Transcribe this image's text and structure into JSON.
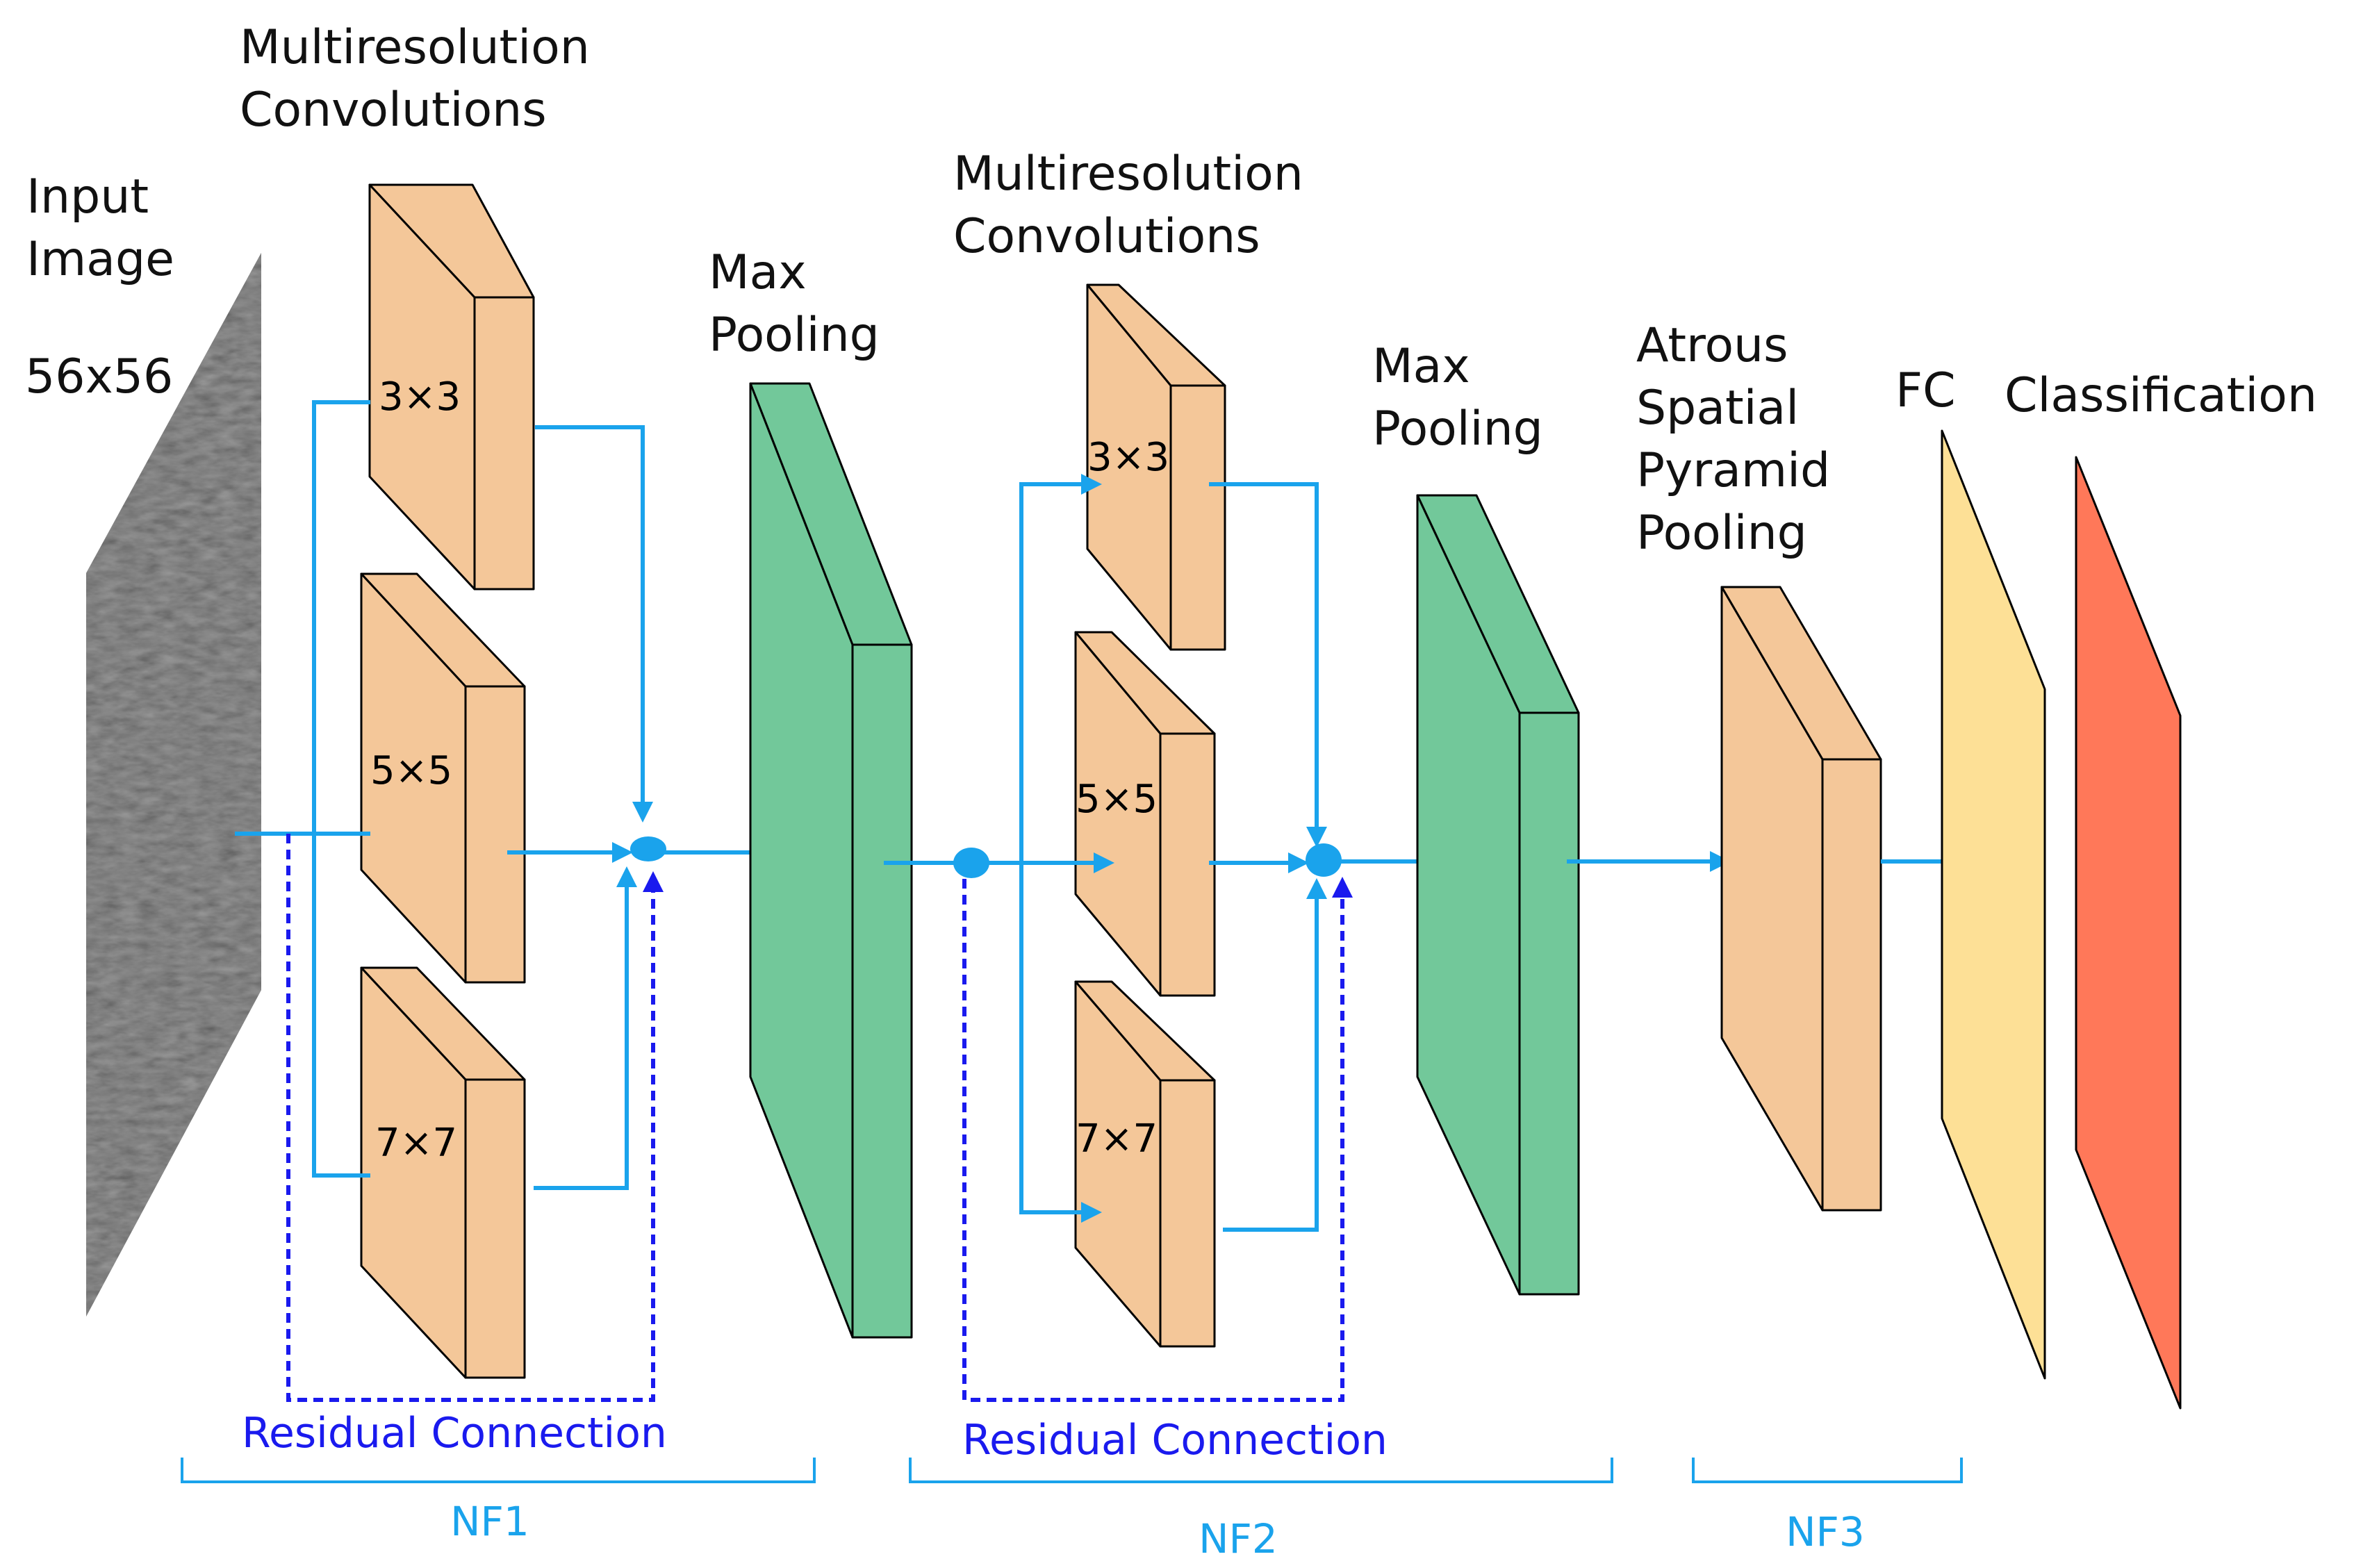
{
  "labels": {
    "input_line1": "Input",
    "input_line2": "Image",
    "input_size": "56x56",
    "multires1_line1": "Multiresolution",
    "multires1_line2": "Convolutions",
    "multires2_line1": "Multiresolution",
    "multires2_line2": "Convolutions",
    "maxpool1_line1": "Max",
    "maxpool1_line2": "Pooling",
    "maxpool2_line1": "Max",
    "maxpool2_line2": "Pooling",
    "aspp_line1": "Atrous",
    "aspp_line2": "Spatial",
    "aspp_line3": "Pyramid",
    "aspp_line4": "Pooling",
    "fc": "FC",
    "classification": "Classification"
  },
  "kernels": {
    "k3": "3×3",
    "k5": "5×5",
    "k7": "7×7"
  },
  "residual": {
    "res1": "Residual Connection",
    "res2": "Residual Connection"
  },
  "groups": {
    "nf1": "NF1",
    "nf2": "NF2",
    "nf3": "NF3"
  },
  "colors": {
    "conv": "#f4c799",
    "pool": "#72c89a",
    "fc": "#fde096",
    "classification": "#ff7859",
    "flow": "#1aa3ec",
    "residual": "#1a1aee",
    "input": "#3a3a3a"
  }
}
